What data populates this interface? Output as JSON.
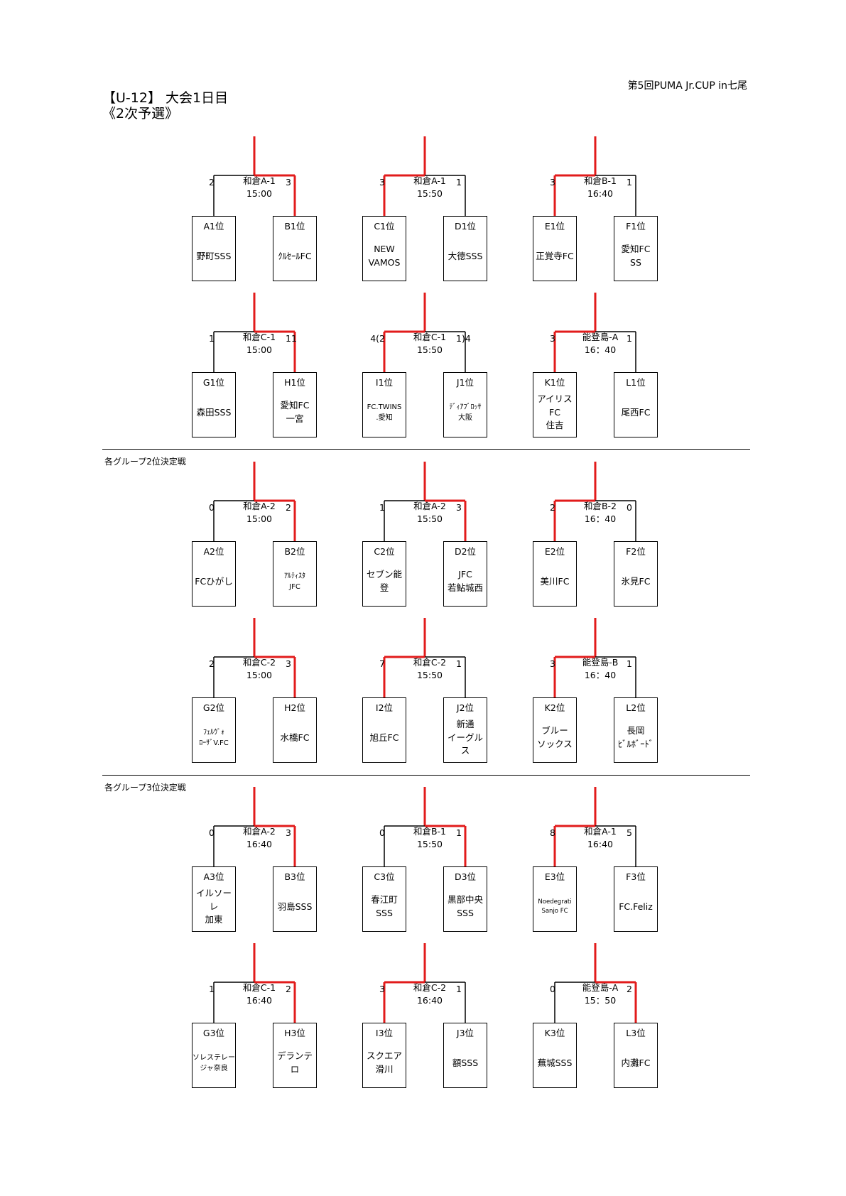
{
  "document": {
    "header_right": "第5回PUMA Jr.CUP in七尾",
    "title_line1": "【U-12】 大会1日目",
    "title_line2": "《2次予選》",
    "sections": [
      {
        "label": ""
      },
      {
        "label": "各グループ2位決定戦"
      },
      {
        "label": "各グループ3位決定戦"
      }
    ]
  },
  "matches": [
    {
      "venue": "和倉A-1",
      "time": "15:00",
      "left_score": "2",
      "right_score": "3",
      "winner": "right",
      "left_rank": "A1位",
      "left_team": "野町SSS",
      "right_rank": "B1位",
      "right_team": "ｸﾙｾｰﾙFC"
    },
    {
      "venue": "和倉A-1",
      "time": "15:50",
      "left_score": "3",
      "right_score": "1",
      "winner": "left",
      "left_rank": "C1位",
      "left_team": "NEW\nVAMOS",
      "right_rank": "D1位",
      "right_team": "大徳SSS"
    },
    {
      "venue": "和倉B-1",
      "time": "16:40",
      "left_score": "3",
      "right_score": "1",
      "winner": "left",
      "left_rank": "E1位",
      "left_team": "正覚寺FC",
      "right_rank": "F1位",
      "right_team": "愛知FC\nSS"
    },
    {
      "venue": "和倉C-1",
      "time": "15:00",
      "left_score": "1",
      "right_score": "11",
      "winner": "right",
      "left_rank": "G1位",
      "left_team": "森田SSS",
      "right_rank": "H1位",
      "right_team": "愛知FC\n一宮"
    },
    {
      "venue": "和倉C-1",
      "time": "15:50",
      "left_score": "4(2",
      "right_score": "1)4",
      "winner": "left",
      "left_rank": "I1位",
      "left_team": "FC.TWINS\n.愛知",
      "left_size": "small",
      "right_rank": "J1位",
      "right_team": "ﾃﾞｨｱﾌﾞﾛｯｻ\n大阪",
      "right_size": "small"
    },
    {
      "venue": "能登島-A",
      "time": "16：40",
      "left_score": "3",
      "right_score": "1",
      "winner": "left",
      "left_rank": "K1位",
      "left_team": "アイリスFC\n住吉",
      "right_rank": "L1位",
      "right_team": "尾西FC"
    },
    {
      "venue": "和倉A-2",
      "time": "15:00",
      "left_score": "0",
      "right_score": "2",
      "winner": "right",
      "left_rank": "A2位",
      "left_team": "FCひがし",
      "right_rank": "B2位",
      "right_team": "ｱﾙﾃｨｽﾀ\nJFC",
      "right_size": "small"
    },
    {
      "venue": "和倉A-2",
      "time": "15:50",
      "left_score": "1",
      "right_score": "3",
      "winner": "right",
      "left_rank": "C2位",
      "left_team": "セブン能登",
      "right_rank": "D2位",
      "right_team": "JFC\n若鮎城西"
    },
    {
      "venue": "和倉B-2",
      "time": "16：40",
      "left_score": "2",
      "right_score": "0",
      "winner": "left",
      "left_rank": "E2位",
      "left_team": "美川FC",
      "right_rank": "F2位",
      "right_team": "氷見FC"
    },
    {
      "venue": "和倉C-2",
      "time": "15:00",
      "left_score": "2",
      "right_score": "3",
      "winner": "right",
      "left_rank": "G2位",
      "left_team": "ﾌｪﾙｳﾞｫ\nﾛｰｻﾞV.FC",
      "left_size": "small",
      "right_rank": "H2位",
      "right_team": "水橋FC"
    },
    {
      "venue": "和倉C-2",
      "time": "15:50",
      "left_score": "7",
      "right_score": "1",
      "winner": "left",
      "left_rank": "I2位",
      "left_team": "旭丘FC",
      "right_rank": "J2位",
      "right_team": "新通\nイーグルス"
    },
    {
      "venue": "能登島-B",
      "time": "16：40",
      "left_score": "3",
      "right_score": "1",
      "winner": "left",
      "left_rank": "K2位",
      "left_team": "ブルー\nソックス",
      "right_rank": "L2位",
      "right_team": "長岡\nﾋﾞﾙﾎﾞｰﾄﾞ"
    },
    {
      "venue": "和倉A-2",
      "time": "16:40",
      "left_score": "0",
      "right_score": "3",
      "winner": "right",
      "left_rank": "A3位",
      "left_team": "イルソーレ\n加東",
      "right_rank": "B3位",
      "right_team": "羽島SSS"
    },
    {
      "venue": "和倉B-1",
      "time": "15:50",
      "left_score": "0",
      "right_score": "1",
      "winner": "right",
      "left_rank": "C3位",
      "left_team": "春江町\nSSS",
      "right_rank": "D3位",
      "right_team": "黒部中央\nSSS"
    },
    {
      "venue": "和倉A-1",
      "time": "16:40",
      "left_score": "8",
      "right_score": "5",
      "winner": "left",
      "left_rank": "E3位",
      "left_team": "Noedegrati\nSanjo FC",
      "left_size": "xsmall",
      "right_rank": "F3位",
      "right_team": "FC.Feliz"
    },
    {
      "venue": "和倉C-1",
      "time": "16:40",
      "left_score": "1",
      "right_score": "2",
      "winner": "right",
      "left_rank": "G3位",
      "left_team": "ソレステレー\nジャ奈良",
      "left_size": "small",
      "right_rank": "H3位",
      "right_team": "デランテロ"
    },
    {
      "venue": "和倉C-2",
      "time": "16:40",
      "left_score": "3",
      "right_score": "1",
      "winner": "left",
      "left_rank": "I3位",
      "left_team": "スクエア\n滑川",
      "right_rank": "J3位",
      "right_team": "額SSS"
    },
    {
      "venue": "能登島-A",
      "time": "15：50",
      "left_score": "0",
      "right_score": "2",
      "winner": "right",
      "left_rank": "K3位",
      "left_team": "蕪城SSS",
      "right_rank": "L3位",
      "right_team": "内灘FC"
    }
  ],
  "colors": {
    "winner_line": "#e21b1b",
    "line": "#000000"
  }
}
